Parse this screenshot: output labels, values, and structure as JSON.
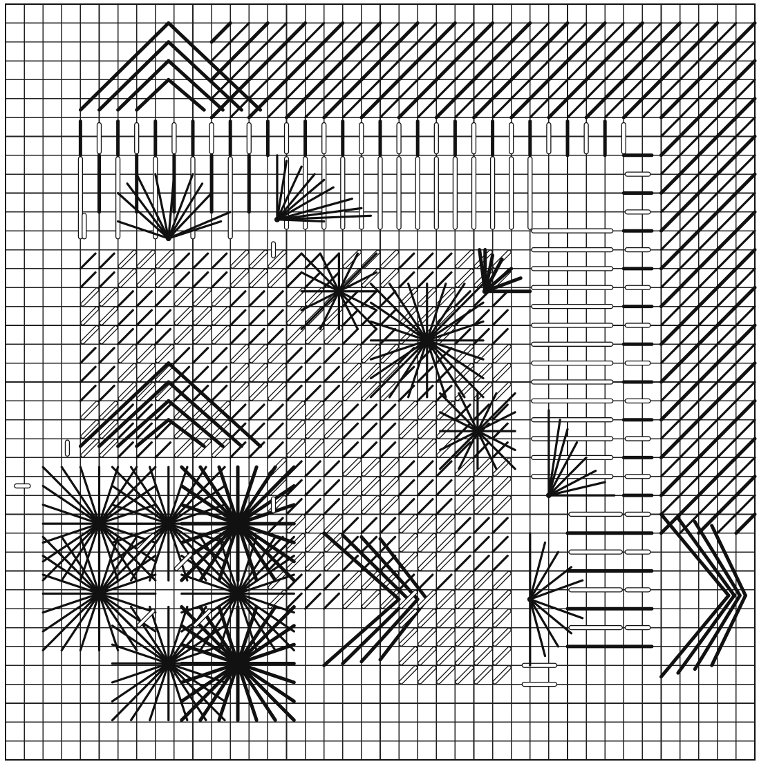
{
  "diagram": {
    "kind": "needlepoint stitch chart",
    "colors": {
      "grid": "#222222",
      "stitch_dark": "#111111",
      "stitch_open": "#ffffff",
      "background": "#ffffff"
    },
    "grid": {
      "columns": 40,
      "rows": 40
    }
  }
}
